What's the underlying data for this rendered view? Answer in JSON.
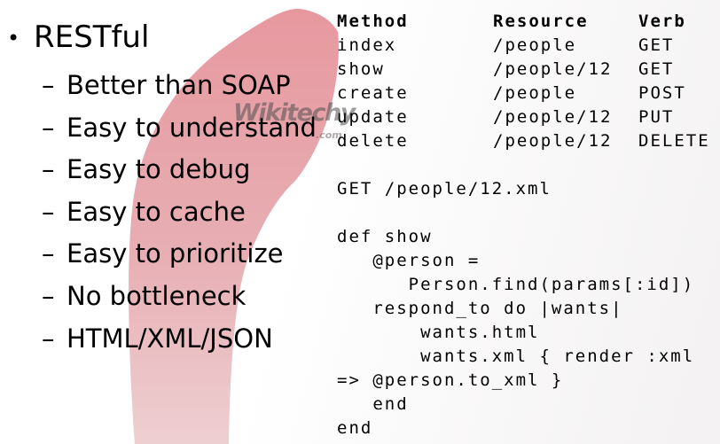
{
  "bullets": {
    "title_marker": "•",
    "title": "RESTful",
    "marker": "–",
    "items": [
      "Better than SOAP",
      "Easy to understand",
      "Easy to debug",
      "Easy to cache",
      "Easy to prioritize",
      "No bottleneck",
      "HTML/XML/JSON"
    ]
  },
  "rest_table": {
    "headers": [
      "Method",
      "Resource",
      "Verb"
    ],
    "rows": [
      {
        "method": "index",
        "resource": "/people",
        "verb": "GET"
      },
      {
        "method": "show",
        "resource": "/people/12",
        "verb": "GET"
      },
      {
        "method": "create",
        "resource": "/people",
        "verb": "POST"
      },
      {
        "method": "update",
        "resource": "/people/12",
        "verb": "PUT"
      },
      {
        "method": "delete",
        "resource": "/people/12",
        "verb": "DELETE"
      }
    ]
  },
  "request_line": "GET /people/12.xml",
  "code": {
    "lines": [
      "def show",
      "   @person =",
      "      Person.find(params[:id])",
      "   respond_to do |wants|",
      "       wants.html",
      "       wants.xml { render :xml",
      "=> @person.to_xml }",
      "   end",
      "end"
    ]
  },
  "watermark": {
    "brand": "Wikitechy",
    "suffix": ".com"
  },
  "colors": {
    "swoosh_top": "#e7989f",
    "swoosh_mid": "#e7aeb3",
    "swoosh_bottom": "#eecfd1",
    "text": "#000000"
  }
}
